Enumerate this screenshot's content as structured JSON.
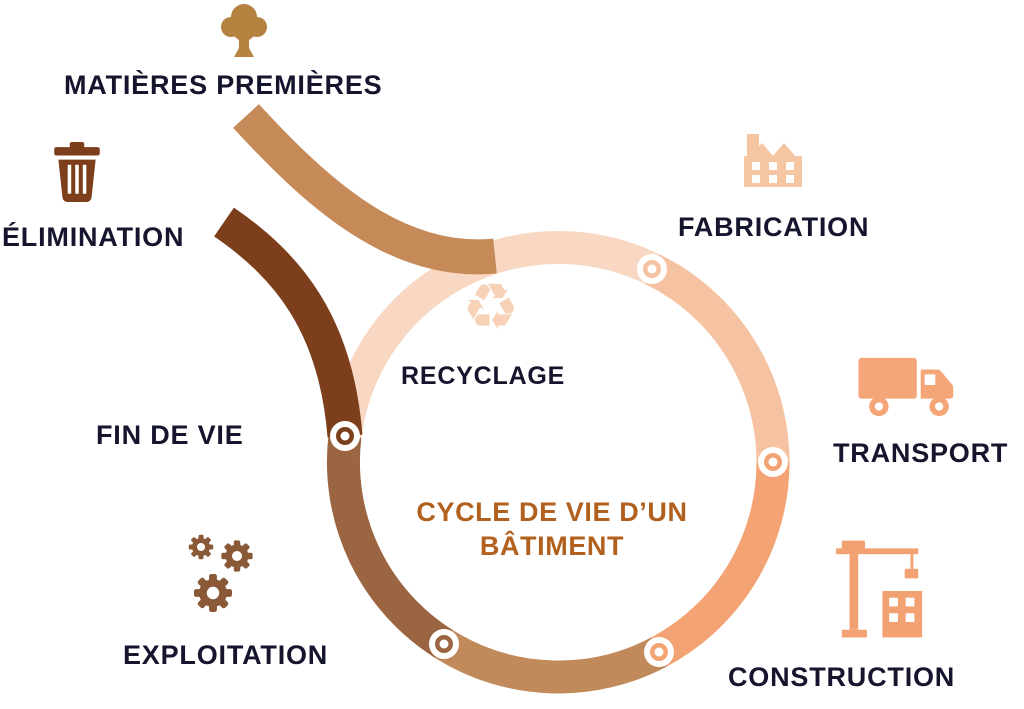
{
  "title": {
    "line1": "CYCLE DE VIE D’UN",
    "line2": "BÂTIMENT",
    "color": "#b2601d"
  },
  "label_color": "#15152e",
  "stages": [
    {
      "label": "MATIÈRES PREMIÈRES",
      "icon": "tree-icon",
      "color": "#b5823f"
    },
    {
      "label": "FABRICATION",
      "icon": "factory-icon",
      "color": "#f6c5a2"
    },
    {
      "label": "TRANSPORT",
      "icon": "truck-icon",
      "color": "#f5a678"
    },
    {
      "label": "CONSTRUCTION",
      "icon": "crane-icon",
      "color": "#f2a173"
    },
    {
      "label": "EXPLOITATION",
      "icon": "gears-icon",
      "color": "#8a5a38"
    },
    {
      "label": "FIN DE VIE",
      "icon": null,
      "color": "#9a6540"
    },
    {
      "label": "ÉLIMINATION",
      "icon": "trash-icon",
      "color": "#7d3e1c"
    },
    {
      "label": "RECYCLAGE",
      "icon": "recycle-icon",
      "color": "#f7d2b6",
      "glyph": "♻"
    }
  ],
  "ring": {
    "segments": [
      {
        "name": "recyclage-to-fabrication",
        "color": "#f8d8c2"
      },
      {
        "name": "fabrication-to-transport",
        "color": "#f6c3a2"
      },
      {
        "name": "transport-to-construction",
        "color": "#f3a374"
      },
      {
        "name": "construction-to-exploitation",
        "color": "#c08a5a"
      },
      {
        "name": "exploitation-to-fin-de-vie",
        "color": "#9a6540"
      }
    ],
    "matieres_premieres_arc_color": "#c58a58",
    "elimination_arc_color": "#7d3e1c"
  }
}
